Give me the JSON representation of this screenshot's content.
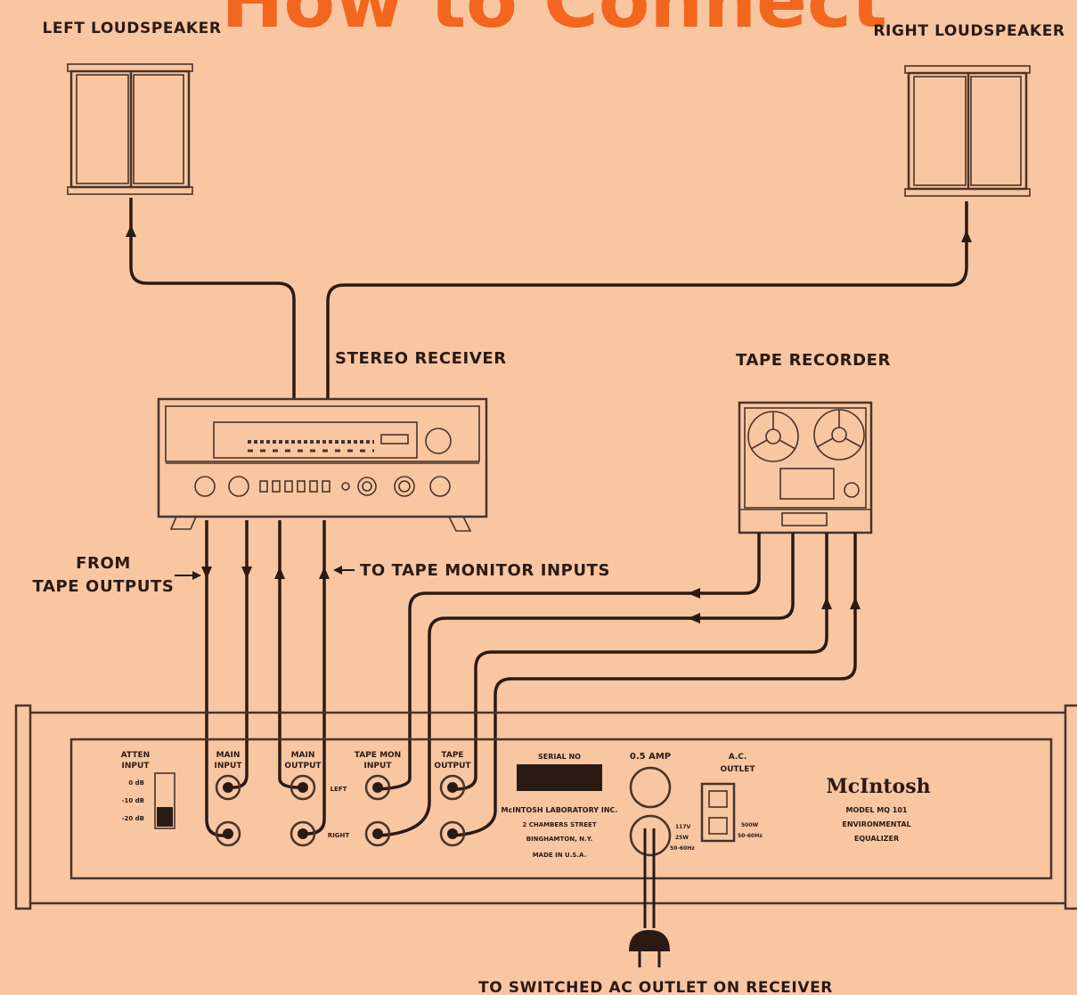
{
  "title": "How to Connect",
  "labels": {
    "left_speaker": "LEFT LOUDSPEAKER",
    "right_speaker": "RIGHT LOUDSPEAKER",
    "receiver": "STEREO RECEIVER",
    "tape_recorder": "TAPE RECORDER",
    "from_line1": "FROM",
    "from_line2": "TAPE OUTPUTS",
    "to_tape_monitor": "TO TAPE MONITOR INPUTS",
    "ac_outlet_bottom": "TO SWITCHED AC OUTLET ON RECEIVER"
  },
  "equalizer": {
    "atten_1": "ATTEN",
    "atten_2": "INPUT",
    "atten_0db": "0 dB",
    "atten_10db": "-10 dB",
    "atten_20db": "-20 dB",
    "main_input_1": "MAIN",
    "main_input_2": "INPUT",
    "main_output_1": "MAIN",
    "main_output_2": "OUTPUT",
    "tape_mon_1": "TAPE MON",
    "tape_mon_2": "INPUT",
    "tape_output_1": "TAPE",
    "tape_output_2": "OUTPUT",
    "left": "LEFT",
    "right": "RIGHT",
    "serial_no": "SERIAL NO",
    "fuse": "0.5 AMP",
    "mfr_1": "McINTOSH LABORATORY INC.",
    "mfr_2": "2 CHAMBERS STREET",
    "mfr_3": "BINGHAMTON, N.Y.",
    "mfr_4": "MADE IN U.S.A.",
    "power_1": "117V",
    "power_2": "25W",
    "power_3": "50-60Hz",
    "ac_1": "A.C.",
    "ac_2": "OUTLET",
    "ac_3": "500W",
    "ac_4": "50-60Hz",
    "brand": "McIntosh",
    "model_1": "MODEL MQ 101",
    "model_2": "ENVIRONMENTAL",
    "model_3": "EQUALIZER"
  },
  "colors": {
    "background": "#f9c6a2",
    "title": "#f2661e",
    "ink": "#2a1a14"
  }
}
